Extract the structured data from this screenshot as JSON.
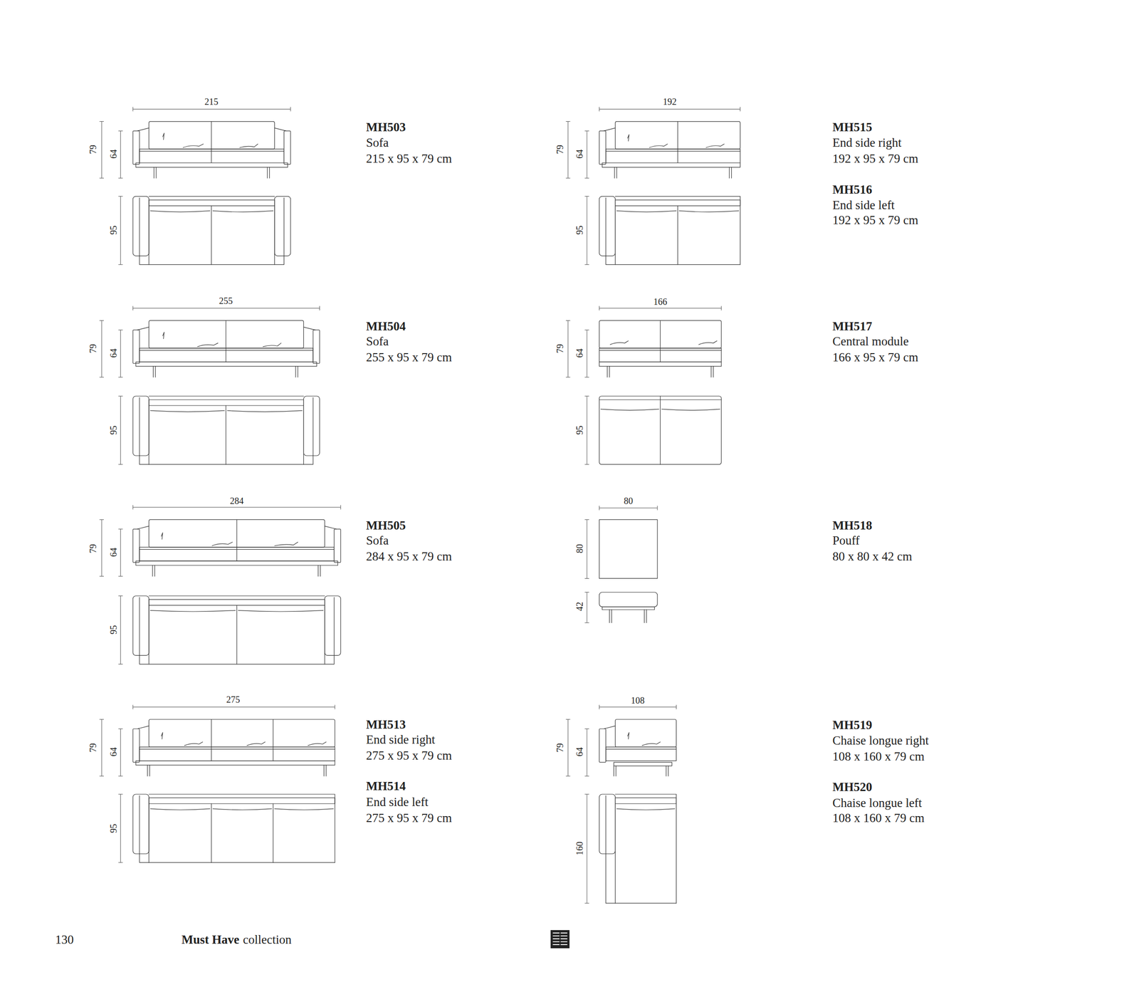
{
  "diagram": {
    "labels": [
      "215",
      "79",
      "64",
      "95",
      "MH503",
      "Sofa",
      "215 x 95 x 79 cm",
      "192",
      "79",
      "64",
      "95",
      "MH515",
      "End side right",
      "192 x 95 x 79 cm",
      "MH516",
      "End side left",
      "192 x 95 x 79 cm",
      "255",
      "79",
      "64",
      "95",
      "MH504",
      "Sofa",
      "255 x 95 x 79 cm",
      "166",
      "79",
      "64",
      "95",
      "MH517",
      "Central module",
      "166 x 95 x 79 cm",
      "284",
      "79",
      "64",
      "95",
      "MH505",
      "Sofa",
      "284 x 95 x 79 cm",
      "80",
      "80",
      "42",
      "MH518",
      "Pouff",
      "80 x 80 x 42 cm",
      "275",
      "79",
      "64",
      "95",
      "MH513",
      "End side right",
      "275 x 95 x 79 cm",
      "MH514",
      "End side left",
      "275 x 95 x 79 cm",
      "108",
      "79",
      "64",
      "160",
      "MH519",
      "Chaise longue right",
      "108 x 160 x 79 cm",
      "MH520",
      "Chaise longue left",
      "108 x 160 x 79 cm",
      "130",
      "Must Have",
      "collection"
    ]
  }
}
